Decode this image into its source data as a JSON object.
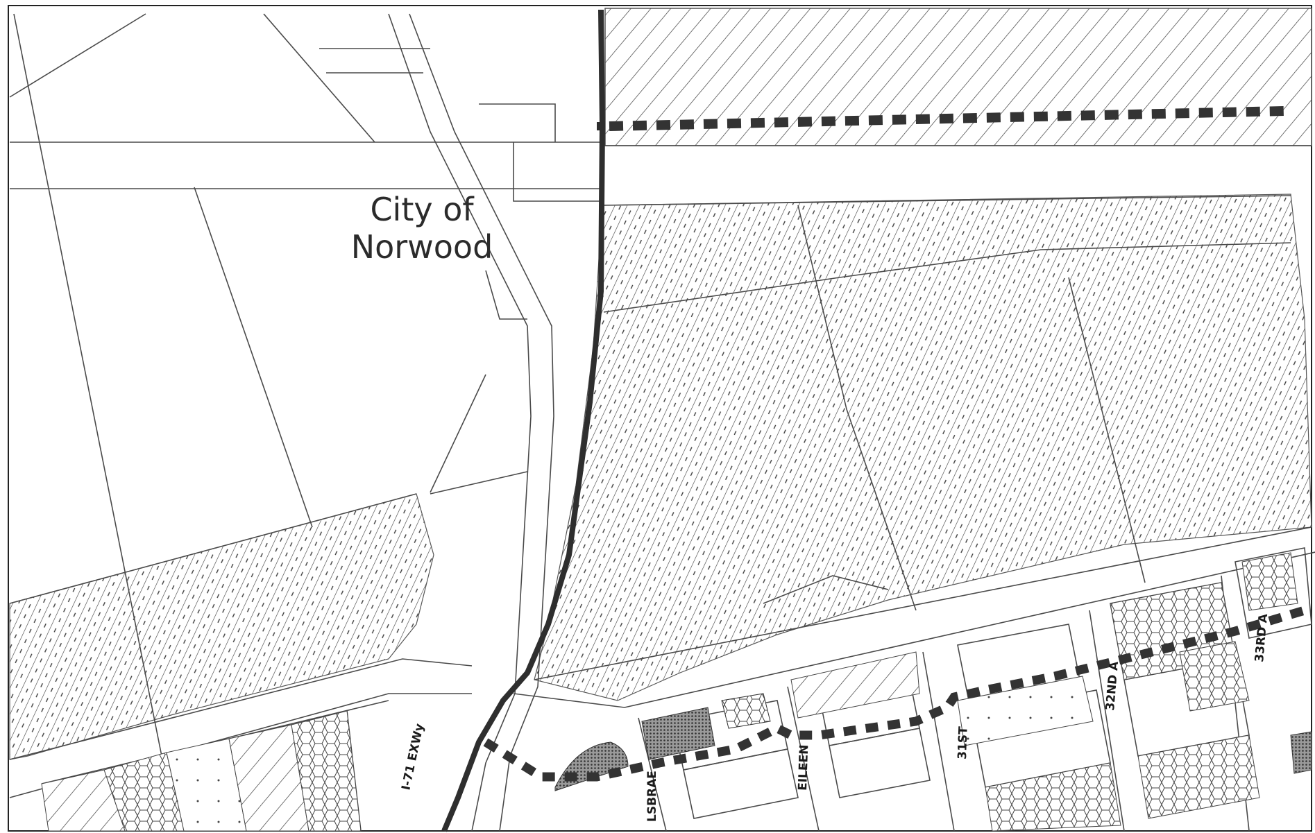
{
  "map": {
    "place_label": {
      "line1": "City of",
      "line2": "Norwood"
    },
    "street_labels": {
      "highway": "I-71 EXWy",
      "lsbrae": "LSBRAE",
      "eileen": "EILEEN",
      "st31": "31ST",
      "nd32": "32ND A",
      "rd33": "33RD A"
    },
    "colors": {
      "boundary": "#2e2e2e",
      "hatch": "#3a3a3a",
      "lines": "#4a4a4a",
      "paper": "#ffffff"
    }
  }
}
